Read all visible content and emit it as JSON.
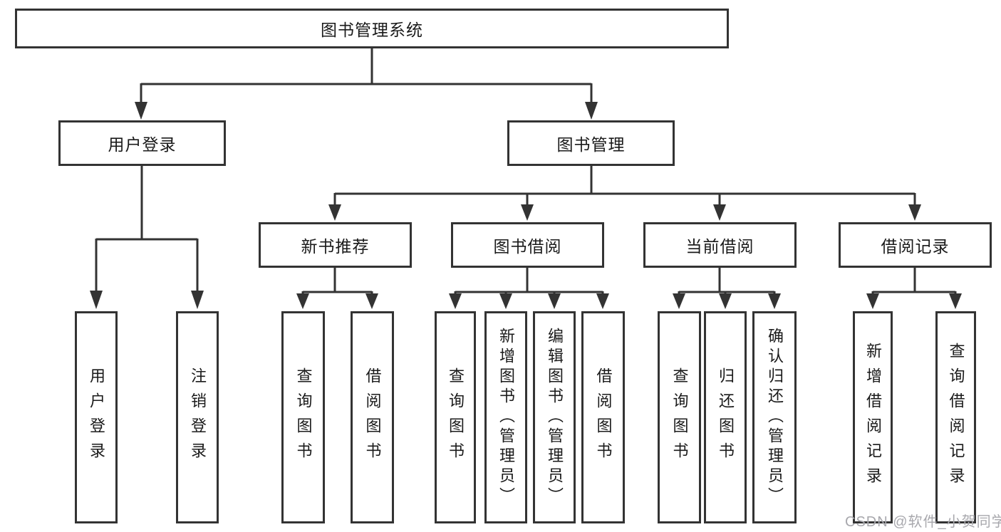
{
  "diagram": {
    "type": "hierarchy-tree",
    "title": "图书管理系统",
    "watermark": "CSDN @软件_小贺同学",
    "colors": {
      "background": "#ffffff",
      "line": "#333333",
      "text": "#1a1a1a",
      "watermark": "#a8a8ad"
    },
    "nodes": {
      "root": "图书管理系统",
      "user_login": "用户登录",
      "book_management": "图书管理",
      "new_book_recommend": "新书推荐",
      "book_borrowing": "图书借阅",
      "current_borrowing": "当前借阅",
      "borrowing_records": "借阅记录",
      "leaf_user_login": "用户登录",
      "leaf_logout": "注销登录",
      "leaf_query_books_recommend": "查询图书",
      "leaf_borrow_books_recommend": "借阅图书",
      "leaf_query_books_borrowing": "查询图书",
      "leaf_add_books_admin": "新增图书（管理员）",
      "leaf_edit_books_admin": "编辑图书（管理员）",
      "leaf_borrow_books_borrowing": "借阅图书",
      "leaf_query_books_current": "查询图书",
      "leaf_return_books": "归还图书",
      "leaf_confirm_return_admin": "确认归还（管理员）",
      "leaf_add_borrow_record": "新增借阅记录",
      "leaf_query_borrow_record": "查询借阅记录"
    },
    "edges": [
      [
        "root",
        "user_login"
      ],
      [
        "root",
        "book_management"
      ],
      [
        "user_login",
        "leaf_user_login"
      ],
      [
        "user_login",
        "leaf_logout"
      ],
      [
        "book_management",
        "new_book_recommend"
      ],
      [
        "book_management",
        "book_borrowing"
      ],
      [
        "book_management",
        "current_borrowing"
      ],
      [
        "book_management",
        "borrowing_records"
      ],
      [
        "new_book_recommend",
        "leaf_query_books_recommend"
      ],
      [
        "new_book_recommend",
        "leaf_borrow_books_recommend"
      ],
      [
        "book_borrowing",
        "leaf_query_books_borrowing"
      ],
      [
        "book_borrowing",
        "leaf_add_books_admin"
      ],
      [
        "book_borrowing",
        "leaf_edit_books_admin"
      ],
      [
        "book_borrowing",
        "leaf_borrow_books_borrowing"
      ],
      [
        "current_borrowing",
        "leaf_query_books_current"
      ],
      [
        "current_borrowing",
        "leaf_return_books"
      ],
      [
        "current_borrowing",
        "leaf_confirm_return_admin"
      ],
      [
        "borrowing_records",
        "leaf_add_borrow_record"
      ],
      [
        "borrowing_records",
        "leaf_query_borrow_record"
      ]
    ]
  }
}
